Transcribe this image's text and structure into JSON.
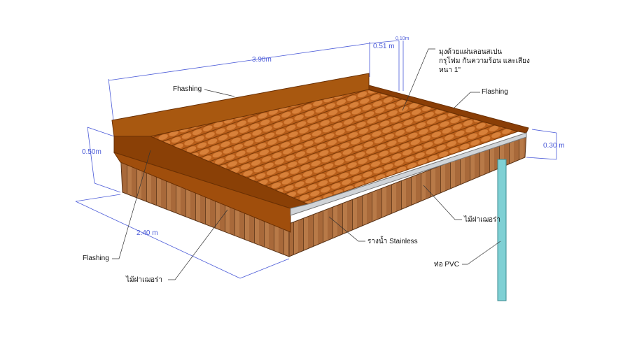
{
  "dimensions": {
    "length": "3.90m",
    "width": "2.40 m",
    "height": "0.50m",
    "overhang": "0.51 m",
    "thickness": "0.10m",
    "gutter_drop": "0.30 m"
  },
  "labels": {
    "flashing_back": "Fhashing",
    "flashing_right": "Flashing",
    "flashing_left": "Flashing",
    "roof_line1": "มุงด้วยแผ่นลอนสเปน",
    "roof_line2": "กรุโฟม กันความร้อน และเสียง",
    "roof_line3": "หนา 1\"",
    "siding_right": "ไม้ฝาเฌอร่า",
    "siding_left": "ไม้ฝาเฌอร่า",
    "gutter": "รางน้ำ Stainless",
    "pipe": "ท่อ PVC"
  },
  "colors": {
    "dimension": "#4a5ad8",
    "wood": "#a8693a",
    "flashing": "#9a4a08",
    "roof_tile": "#c0661c",
    "pipe": "#7fd0d4"
  }
}
